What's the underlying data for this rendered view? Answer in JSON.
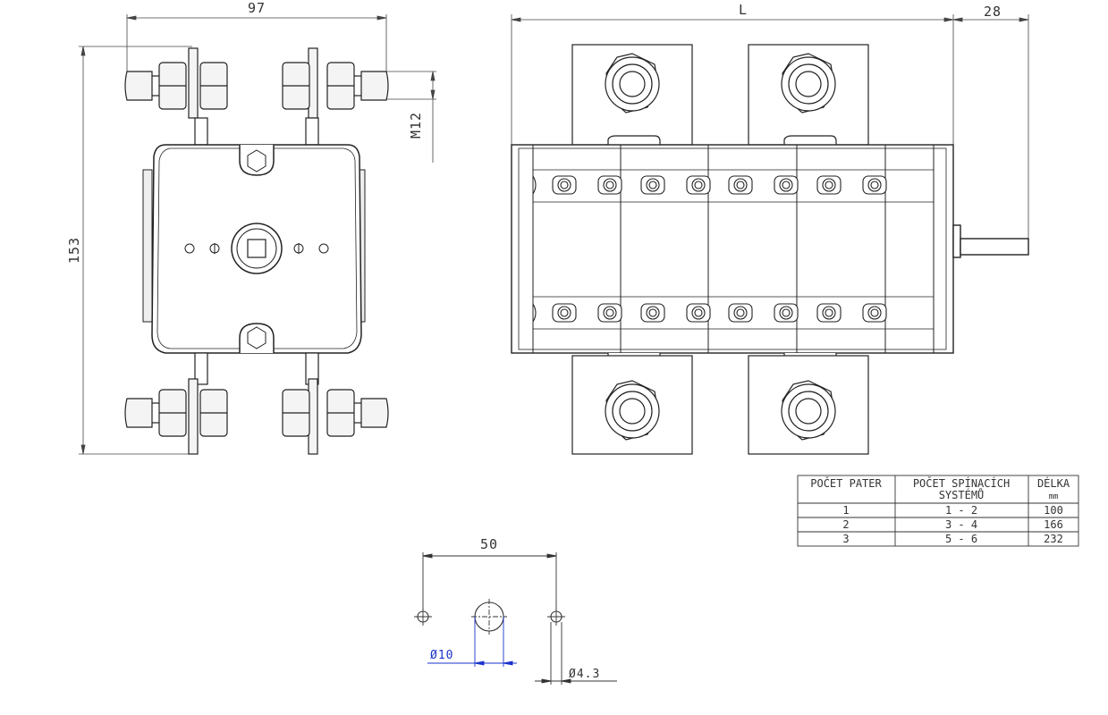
{
  "dimensions": {
    "width_97": "97",
    "height_153": "153",
    "thread_m12": "M12",
    "length_L": "L",
    "shaft_28": "28",
    "spacing_50": "50",
    "dia_10": "Ø10",
    "dia_4_3": "Ø4.3"
  },
  "table": {
    "headers": [
      "POČET PATER",
      "POČET SPÍNACÍCH",
      "SYSTÉMŮ",
      "DÉLKA",
      "mm"
    ],
    "rows": [
      [
        "1",
        "1 - 2",
        "100"
      ],
      [
        "2",
        "3 - 4",
        "166"
      ],
      [
        "3",
        "5 - 6",
        "232"
      ]
    ]
  }
}
